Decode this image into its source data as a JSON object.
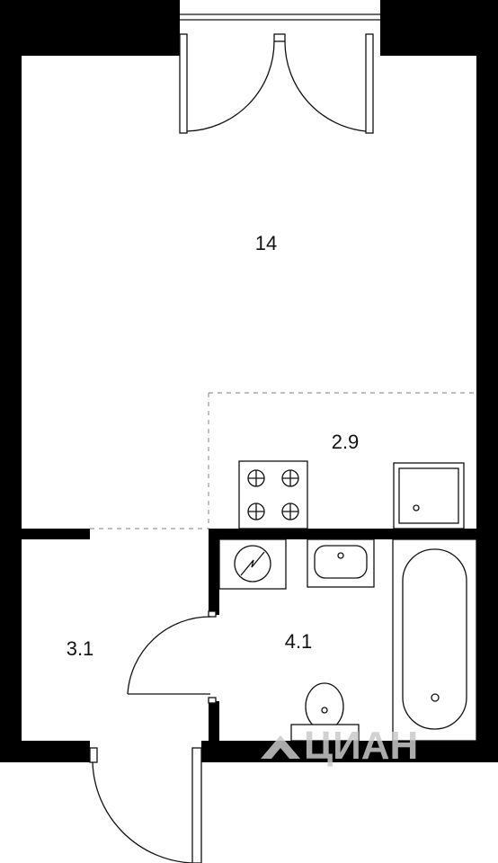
{
  "plan": {
    "rooms": [
      {
        "id": "living",
        "area": "14"
      },
      {
        "id": "kitchen",
        "area": "2.9"
      },
      {
        "id": "hall",
        "area": "3.1"
      },
      {
        "id": "bathroom",
        "area": "4.1"
      }
    ],
    "watermark": {
      "text": "ЦИАН",
      "icon": "cian-logo-icon"
    }
  },
  "colors": {
    "wall": "#000000",
    "line": "#111111",
    "dashed": "#999999",
    "watermark": "#c9c9c9"
  }
}
